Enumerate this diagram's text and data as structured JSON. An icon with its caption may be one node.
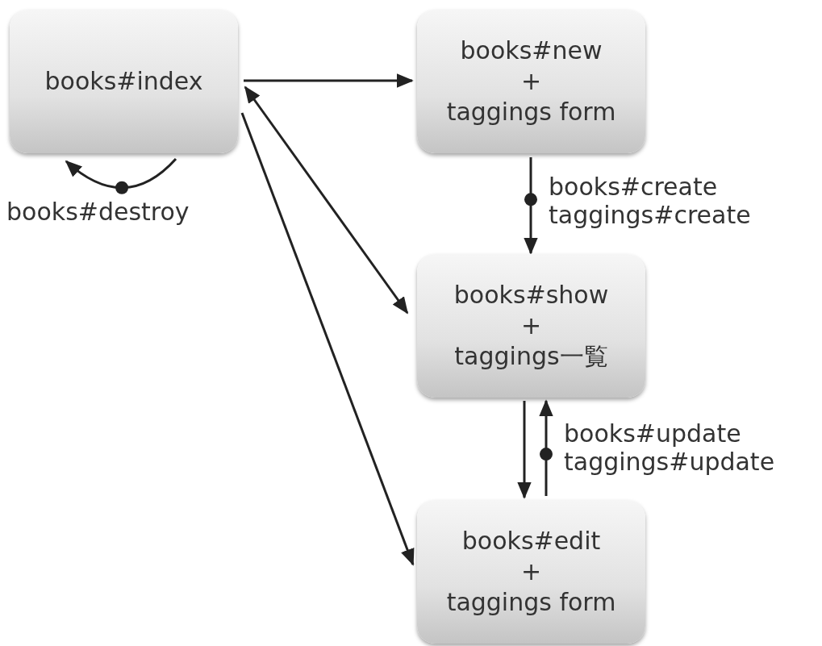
{
  "diagram": {
    "nodes": [
      {
        "text": [
          "books#index"
        ]
      },
      {
        "text": [
          "books#new",
          "+",
          "taggings form"
        ]
      },
      {
        "text": [
          "books#show",
          "+",
          "taggings一覧"
        ]
      },
      {
        "text": [
          "books#edit",
          "+",
          "taggings form"
        ]
      }
    ],
    "edges": [
      {
        "from": 0,
        "to": 1,
        "arrow": "to"
      },
      {
        "from": 0,
        "to": 2,
        "arrow": "both"
      },
      {
        "from": 0,
        "to": 3,
        "arrow": "to"
      },
      {
        "from": 0,
        "to": 0,
        "arrow": "to",
        "label": "books#destroy"
      },
      {
        "from": 1,
        "to": 2,
        "arrow": "to",
        "label": "books#create taggings#create"
      },
      {
        "from": 2,
        "to": 3,
        "arrow": "to"
      },
      {
        "from": 3,
        "to": 2,
        "arrow": "to",
        "label": "books#update taggings#update"
      }
    ]
  }
}
